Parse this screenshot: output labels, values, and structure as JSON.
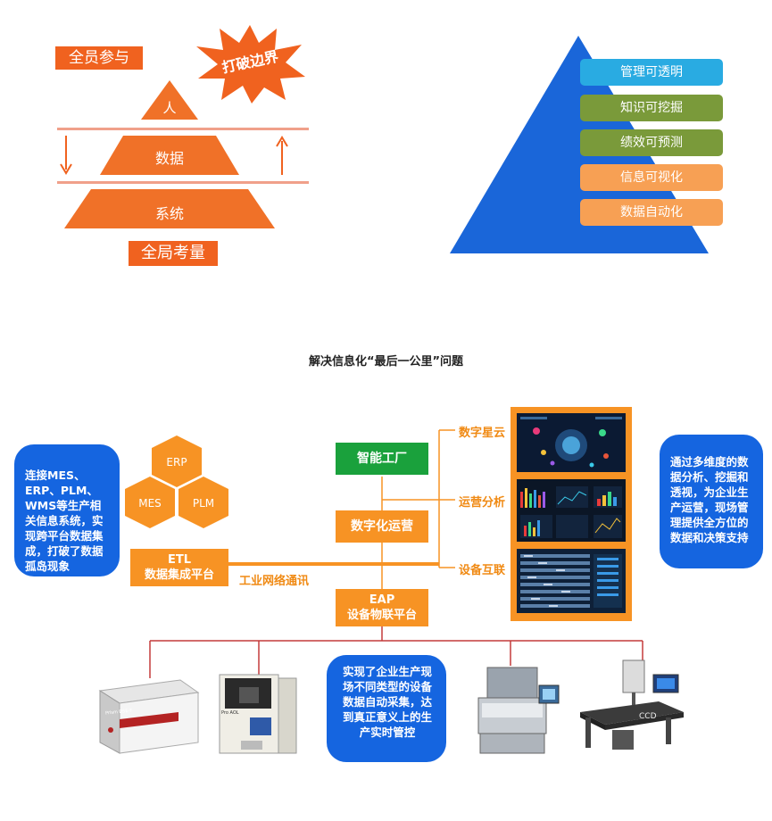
{
  "top_left": {
    "tag_top": "全员参与",
    "tag_burst": "打破边界",
    "tier_top": "人",
    "tier_mid": "数据",
    "tier_bottom": "系统",
    "tag_bottom": "全局考量"
  },
  "top_right": {
    "tiers": [
      {
        "label": "管理可透明",
        "color": "#29abe2"
      },
      {
        "label": "知识可挖掘",
        "color": "#7a9a3a"
      },
      {
        "label": "绩效可预测",
        "color": "#7a9a3a"
      },
      {
        "label": "信息可视化",
        "color": "#f7a054"
      },
      {
        "label": "数据自动化",
        "color": "#f7a054"
      }
    ],
    "pyramid_color": "#1a66d9"
  },
  "caption": "解决信息化“最后一公里”问题",
  "bottom": {
    "left_bubble": "连接MES、ERP、PLM、WMS等生产相关信息系统，实现跨平台数据集成，打破了数据孤岛现象",
    "hexes": [
      "ERP",
      "MES",
      "PLM"
    ],
    "etl_line1": "ETL",
    "etl_line2": "数据集成平台",
    "network": "工业网络通讯",
    "smart_factory": "智能工厂",
    "digital_ops": "数字化运营",
    "eap_line1": "EAP",
    "eap_line2": "设备物联平台",
    "dash_labels": [
      "数字星云",
      "运营分析",
      "设备互联"
    ],
    "right_bubble": "通过多维度的数据分析、挖掘和透视，为企业生产运营，现场管理提供全方位的数据和决策支持",
    "center_bubble": "实现了企业生产现场不同类型的设备数据自动采集，达到真正意义上的生产实时管控",
    "machine_labels": [
      "Prism D5E-F",
      "Pro AOL",
      "CCD"
    ],
    "colors": {
      "blue": "#1565e0",
      "orange": "#f79324",
      "green": "#1aa13c",
      "line": "#c43a3a"
    }
  }
}
